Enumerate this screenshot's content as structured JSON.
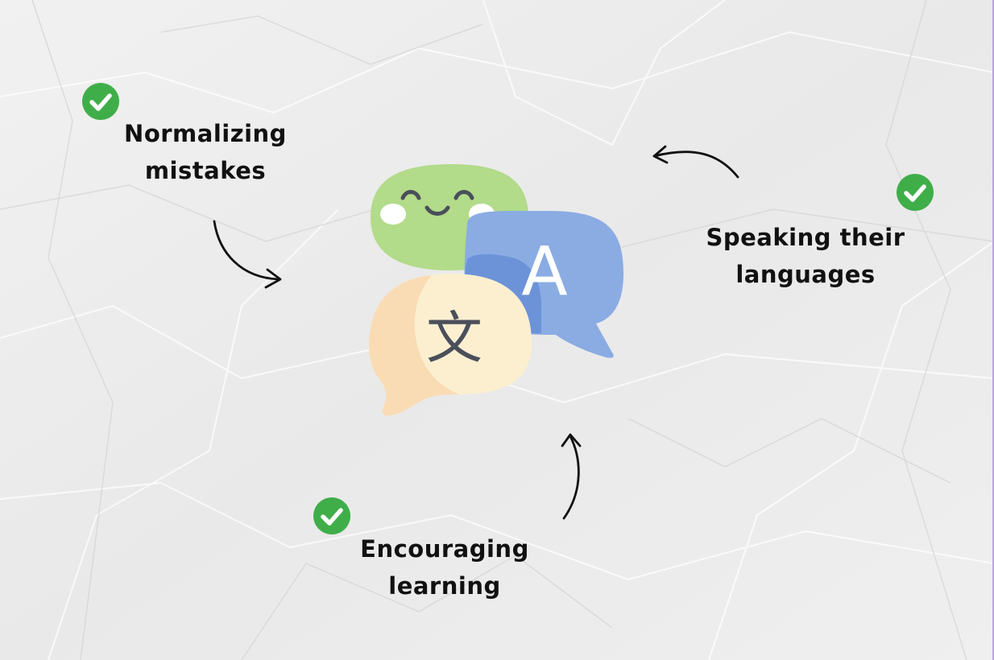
{
  "items": [
    {
      "line1": "Normalizing",
      "line2": "mistakes"
    },
    {
      "line1": "Speaking their",
      "line2": "languages"
    },
    {
      "line1": "Encouraging",
      "line2": "learning"
    }
  ],
  "hero": {
    "glyph_latin": "A",
    "glyph_cjk": "文"
  },
  "colors": {
    "check": "#3fae49",
    "bubble_green": "#b2db8a",
    "bubble_blue": "#8aace3",
    "bubble_blue_shade": "#6c93d8",
    "bubble_cream": "#fbefd0",
    "bubble_peach": "#f9dcb4",
    "ink": "#4a4f5a",
    "arrow": "#111111"
  },
  "icons": [
    "check-circle-icon",
    "curved-arrow-icon",
    "translation-chat-icon"
  ]
}
